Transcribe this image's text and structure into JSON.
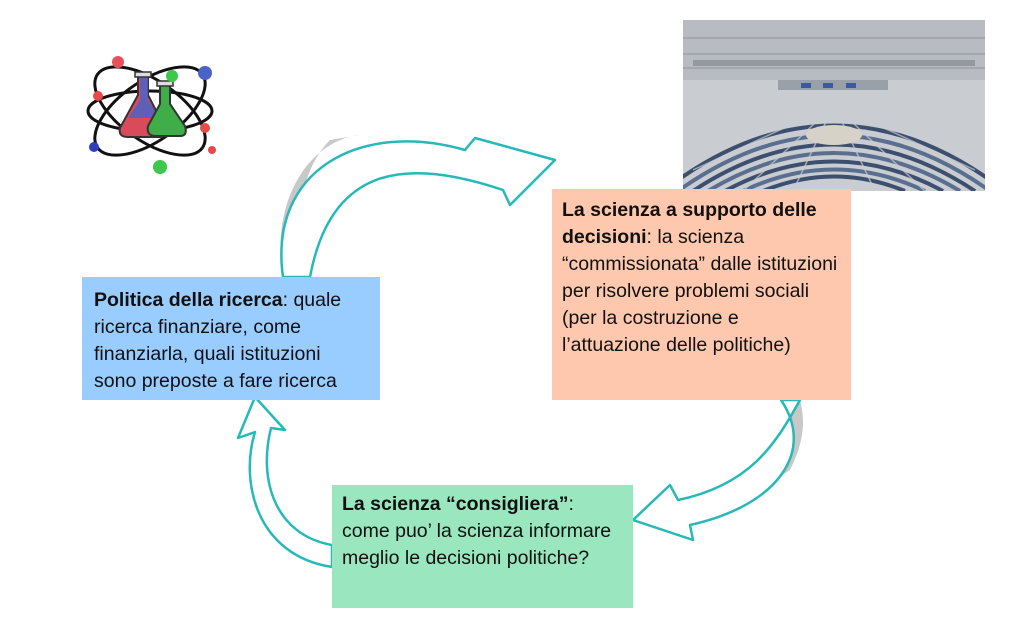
{
  "boxes": {
    "policy": {
      "title": "Politica della ricerca",
      "body": ": quale ricerca finanziare, come finanziarla, quali istituzioni sono preposte a fare ricerca",
      "color": "#99ccff"
    },
    "support": {
      "title": "La scienza a supporto delle decisioni",
      "body": ": la scienza “commissionata” dalle istituzioni per risolvere problemi sociali (per la costruzione e l’attuazione delle politiche)",
      "color": "#fdc8ad"
    },
    "advice": {
      "title": "La scienza “consigliera”",
      "body": ": come puo’ la scienza informare meglio le decisioni politiche?",
      "color": "#99e6bf"
    }
  },
  "arrows": {
    "stroke": "#27b8b8",
    "fill": "#ffffff",
    "shadow": "#c8c8c8"
  },
  "icons": {
    "science": "science-atom-flasks-icon",
    "parliament": "parliament-hemicycle-photo"
  }
}
